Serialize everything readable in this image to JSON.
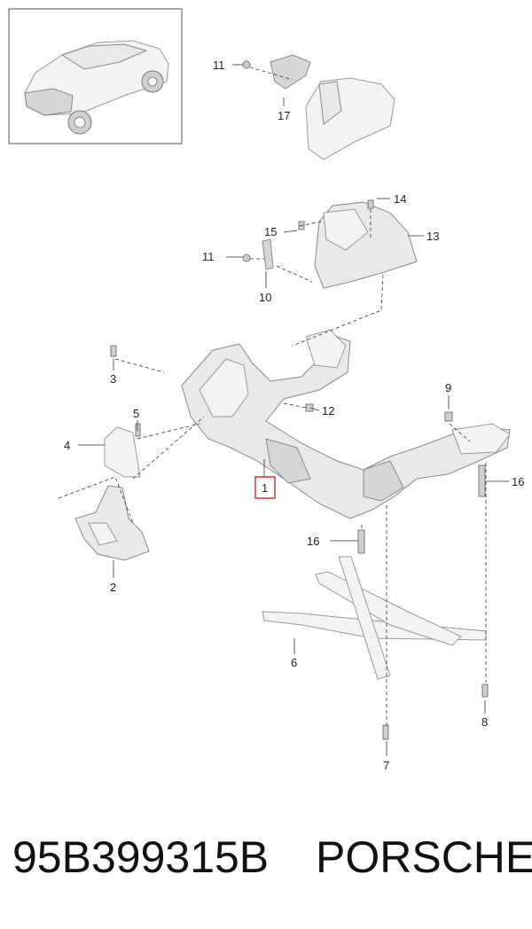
{
  "diagram": {
    "callouts": {
      "c11a": "11",
      "c17": "17",
      "c14": "14",
      "c15": "15",
      "c13": "13",
      "c11b": "11",
      "c10": "10",
      "c3": "3",
      "c12": "12",
      "c9": "9",
      "c5": "5",
      "c4": "4",
      "c1": "1",
      "c16a": "16",
      "c16b": "16",
      "c2": "2",
      "c6": "6",
      "c8": "8",
      "c7": "7"
    },
    "highlight_color": "#e0303a"
  },
  "footer": {
    "part_number": "95B399315B",
    "brand": "PORSCHE"
  }
}
